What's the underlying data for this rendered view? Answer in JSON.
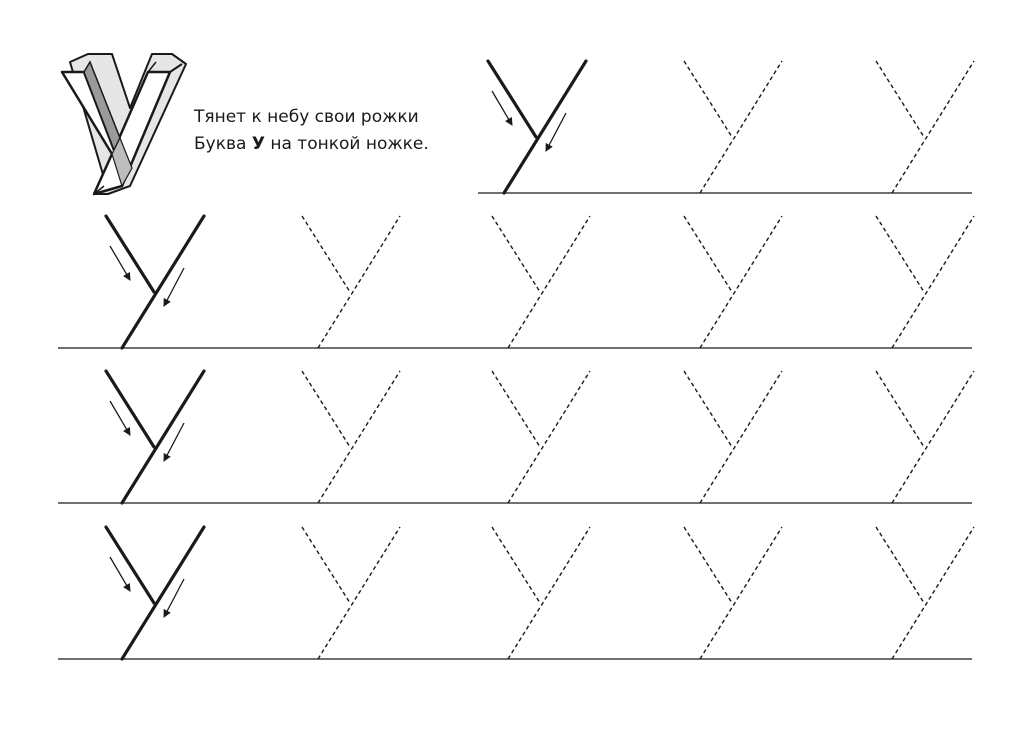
{
  "poem": {
    "line1": "Тянет к небу свои рожки",
    "line2_before": "Буква ",
    "line2_letter": "У",
    "line2_after": " на тонкой ножке."
  },
  "decorative_letter": "У",
  "rows": [
    {
      "name": "row-1",
      "solid_letters": 1,
      "dashed_letters": 2
    },
    {
      "name": "row-2",
      "solid_letters": 1,
      "dashed_letters": 4
    },
    {
      "name": "row-3",
      "solid_letters": 1,
      "dashed_letters": 4
    },
    {
      "name": "row-4",
      "solid_letters": 1,
      "dashed_letters": 4
    }
  ],
  "icons": [
    "stroke-direction-arrow-icon",
    "3d-letter-u-icon"
  ],
  "colors": {
    "ink": "#1a1a1a",
    "background": "#ffffff",
    "letter_shade": "#9a9a9a"
  }
}
